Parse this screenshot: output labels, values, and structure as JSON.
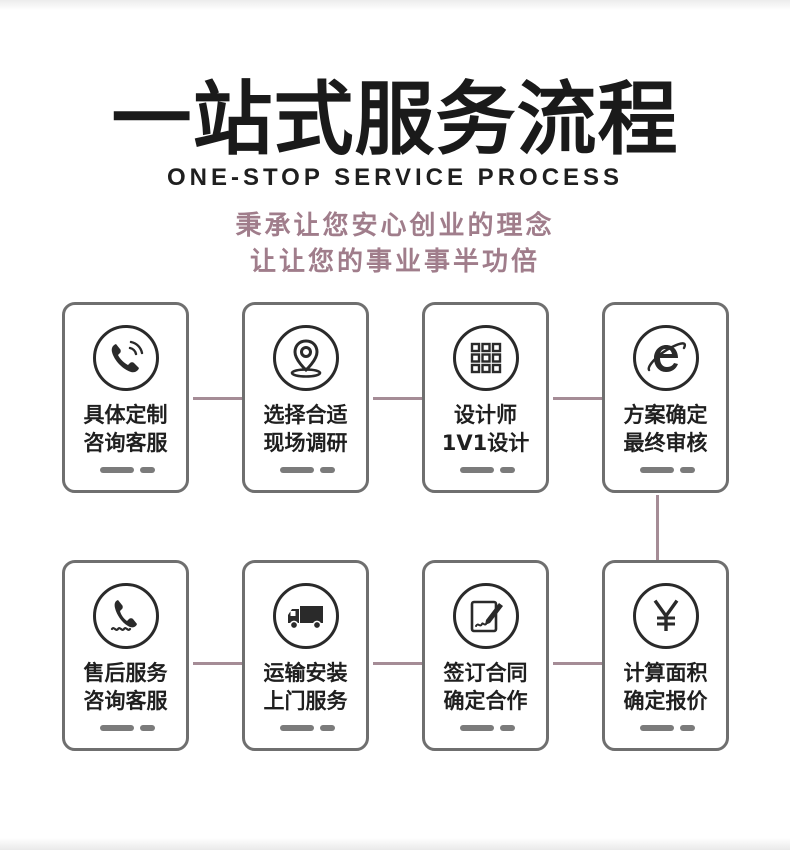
{
  "title": "一站式服务流程",
  "subtitle": "ONE-STOP SERVICE PROCESS",
  "tagline": [
    "秉承让您安心创业的理念",
    "让让您的事业事半功倍"
  ],
  "colors": {
    "accent": "#a07d8b",
    "border": "#6f6f6f",
    "text": "#1f1f1f"
  },
  "steps_row1": [
    {
      "icon": "phone-icon",
      "line1": "具体定制",
      "line2": "咨询客服"
    },
    {
      "icon": "location-pin-icon",
      "line1": "选择合适",
      "line2": "现场调研"
    },
    {
      "icon": "grid-icon",
      "line1": "设计师",
      "line2": "1V1设计"
    },
    {
      "icon": "browser-e-icon",
      "line1": "方案确定",
      "line2": "最终审核"
    }
  ],
  "steps_row2": [
    {
      "icon": "handset-icon",
      "line1": "售后服务",
      "line2": "咨询客服"
    },
    {
      "icon": "truck-icon",
      "line1": "运输安装",
      "line2": "上门服务"
    },
    {
      "icon": "contract-sign-icon",
      "line1": "签订合同",
      "line2": "确定合作"
    },
    {
      "icon": "yen-icon",
      "line1": "计算面积",
      "line2": "确定报价"
    }
  ]
}
